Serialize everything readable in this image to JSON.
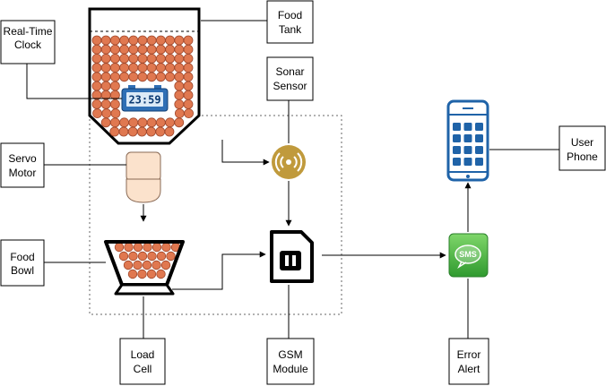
{
  "labels": {
    "food_tank": [
      "Food",
      "Tank"
    ],
    "real_time_clock": [
      "Real-Time",
      "Clock"
    ],
    "servo_motor": [
      "Servo",
      "Motor"
    ],
    "food_bowl": [
      "Food",
      "Bowl"
    ],
    "load_cell": [
      "Load",
      "Cell"
    ],
    "sonar_sensor": [
      "Sonar",
      "Sensor"
    ],
    "gsm_module": [
      "GSM",
      "Module"
    ],
    "error_alert": [
      "Error",
      "Alert"
    ],
    "user_phone": [
      "User",
      "Phone"
    ]
  },
  "clock_display": "23:59",
  "sms_icon_text": "SMS",
  "colors": {
    "pellet": "#e07850",
    "pellet_stroke": "#a0482c",
    "servo_fill": "#fbe2cc",
    "sonar_gold": "#c09a3c",
    "clock_blue": "#2f6fb5",
    "clock_screen": "#dceaf7",
    "phone_blue": "#1f63a8",
    "sms_green": "#3ca43c"
  }
}
